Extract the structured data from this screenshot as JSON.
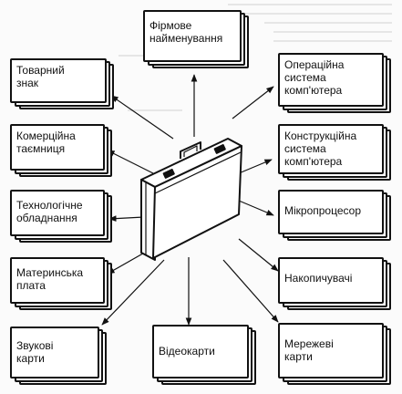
{
  "diagram": {
    "center": "briefcase-icon",
    "nodes": [
      {
        "id": "brand-name",
        "label": "Фірмове\nнайменування"
      },
      {
        "id": "trademark",
        "label": "Товарний\nзнак"
      },
      {
        "id": "os",
        "label": "Операційна\nсистема\nкомп'ютера"
      },
      {
        "id": "trade-secret",
        "label": "Комерційна\nтаємниця"
      },
      {
        "id": "design-system",
        "label": "Конструкційна\nсистема\nкомп'ютера"
      },
      {
        "id": "tech-equipment",
        "label": "Технологічне\nобладнання"
      },
      {
        "id": "microprocessor",
        "label": "Мікропроцесор"
      },
      {
        "id": "motherboard",
        "label": "Материнська\nплата"
      },
      {
        "id": "storage",
        "label": "Накопичувачі"
      },
      {
        "id": "sound-cards",
        "label": "Звукові\nкарти"
      },
      {
        "id": "video-cards",
        "label": "Відеокарти"
      },
      {
        "id": "network-cards",
        "label": "Мережеві\nкарти"
      }
    ]
  },
  "colors": {
    "ink": "#111111",
    "paper": "#ffffff"
  }
}
